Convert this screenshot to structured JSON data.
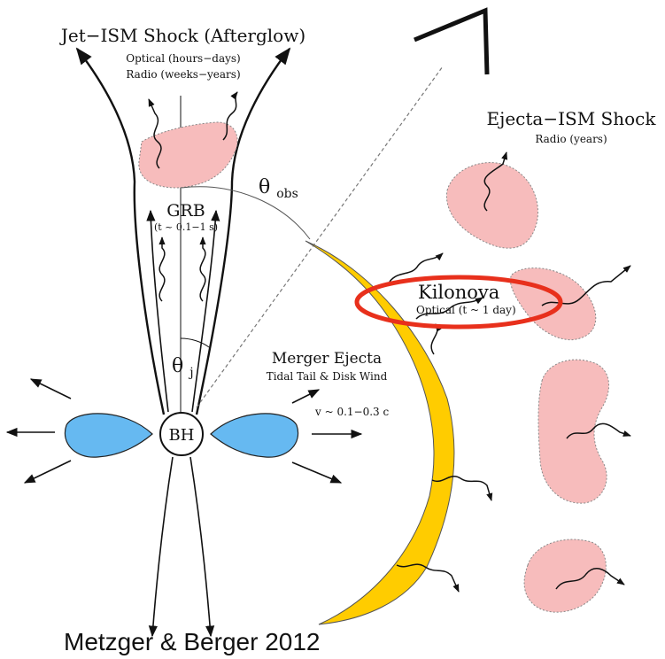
{
  "diagram": {
    "jet_shock": {
      "title": "Jet−ISM Shock (Afterglow)",
      "optical": "Optical (hours−days)",
      "radio": "Radio (weeks−years)"
    },
    "grb": {
      "label": "GRB",
      "timescale": "(t ~ 0.1−1 s)"
    },
    "theta_obs": {
      "symbol": "θ",
      "sub": "obs"
    },
    "theta_j": {
      "symbol": "θ",
      "sub": "j"
    },
    "black_hole": "BH",
    "ejecta_ism": {
      "title": "Ejecta−ISM Shock",
      "radio": "Radio (years)"
    },
    "kilonova": {
      "title": "Kilonova",
      "optical": "Optical (t ~ 1 day)"
    },
    "merger_ejecta": {
      "title": "Merger Ejecta",
      "subtitle": "Tidal Tail & Disk Wind",
      "velocity": "v ~ 0.1−0.3 c"
    },
    "citation": "Metzger & Berger 2012",
    "colors": {
      "ejecta_yellow": "#FFCC00",
      "blob_pink": "#F7BCBC",
      "disk_blue": "#66B9F1",
      "highlight_red": "#E8301C",
      "line": "#111111"
    }
  }
}
